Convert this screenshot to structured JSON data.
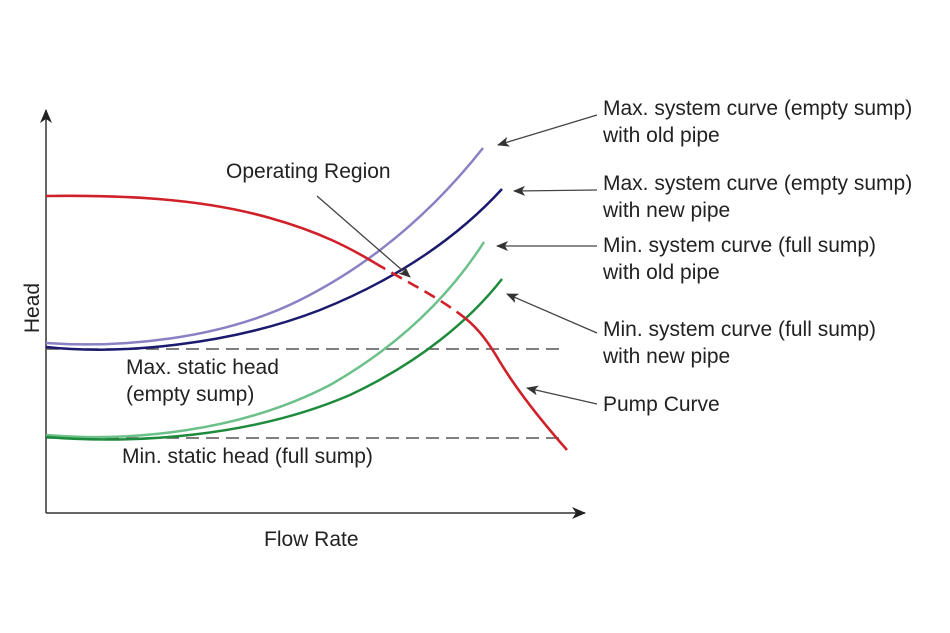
{
  "chart_data": {
    "type": "line",
    "title": "",
    "xlabel": "Flow Rate",
    "ylabel": "Head",
    "grid": false,
    "ticks": "none",
    "legend_position": "right (annotations with arrows)",
    "series": [
      {
        "name": "Pump Curve",
        "color": "#d0202a",
        "style": "solid with dashed segment in operating region",
        "description": "flat at high head, declines steeply at high flow"
      },
      {
        "name": "Max. system curve (empty sump) with old pipe",
        "color": "#8a80c4",
        "style": "solid",
        "starts_at": "Max. static head"
      },
      {
        "name": "Max. system curve (empty sump) with new pipe",
        "color": "#1c1a6e",
        "style": "solid",
        "starts_at": "Max. static head"
      },
      {
        "name": "Min. system curve (full sump) with old pipe",
        "color": "#6cc08a",
        "style": "solid",
        "starts_at": "Min. static head"
      },
      {
        "name": "Min. system curve (full sump) with new pipe",
        "color": "#1e8a3c",
        "style": "solid",
        "starts_at": "Min. static head"
      }
    ],
    "reference_lines": [
      {
        "name": "Max. static head (empty sump)",
        "style": "dashed",
        "color": "#555555"
      },
      {
        "name": "Min. static head (full sump)",
        "style": "dashed",
        "color": "#555555"
      }
    ],
    "annotations": [
      "Operating Region"
    ]
  },
  "labels": {
    "operating_region": "Operating Region",
    "max_static_line1": "Max. static head",
    "max_static_line2": "(empty sump)",
    "min_static": "Min. static head (full sump)",
    "x_axis": "Flow Rate",
    "y_axis": "Head",
    "curve1_line1": "Max. system curve (empty sump)",
    "curve1_line2": "with old pipe",
    "curve2_line1": "Max. system curve (empty sump)",
    "curve2_line2": "with new pipe",
    "curve3_line1": "Min. system curve (full sump)",
    "curve3_line2": "with old pipe",
    "curve4_line1": "Min. system curve (full sump)",
    "curve4_line2": "with new pipe",
    "pump_curve": "Pump Curve"
  },
  "colors": {
    "pump": "#d0202a",
    "max_old": "#8a80c4",
    "max_new": "#1c1a6e",
    "min_old": "#6cc08a",
    "min_new": "#1e8a3c",
    "axis": "#333333",
    "dash": "#555555",
    "arrow": "#444444"
  }
}
